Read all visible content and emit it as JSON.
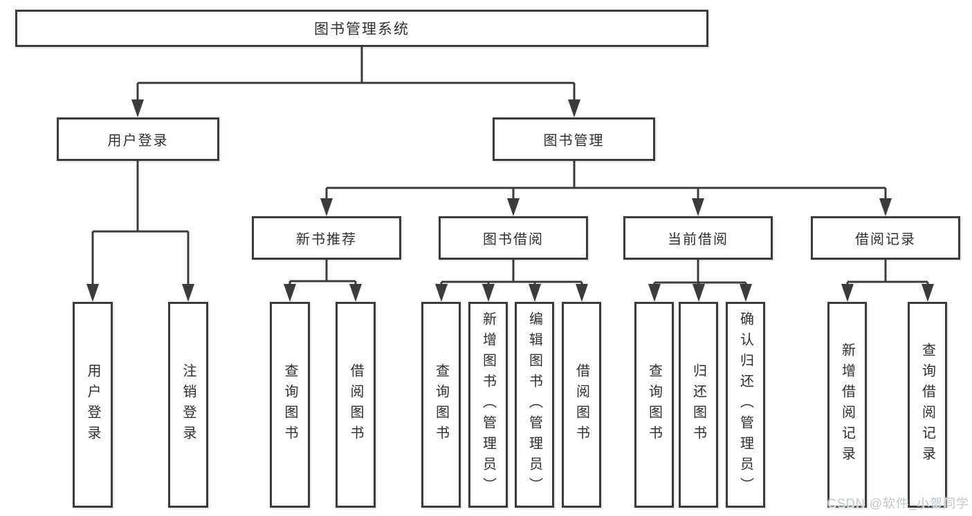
{
  "colors": {
    "line": "#3b3b3b",
    "text": "#2f2f2f",
    "box_background": "#ffffff",
    "watermark": "#bfc7cd"
  },
  "watermark": {
    "text": "CSDN @软件_小贺同学"
  },
  "diagram": {
    "root": {
      "label": "图书管理系统"
    },
    "login_branch": {
      "label": "用户登录",
      "children": [
        {
          "label": "用户登录"
        },
        {
          "label": "注销登录"
        }
      ]
    },
    "mgmt_branch": {
      "label": "图书管理",
      "sections": [
        {
          "label": "新书推荐",
          "children": [
            {
              "label": "查询图书"
            },
            {
              "label": "借阅图书"
            }
          ]
        },
        {
          "label": "图书借阅",
          "children": [
            {
              "label": "查询图书"
            },
            {
              "label": "新增图书（管理员）"
            },
            {
              "label": "编辑图书（管理员）"
            },
            {
              "label": "借阅图书"
            }
          ]
        },
        {
          "label": "当前借阅",
          "children": [
            {
              "label": "查询图书"
            },
            {
              "label": "归还图书"
            },
            {
              "label": "确认归还（管理员）"
            }
          ]
        },
        {
          "label": "借阅记录",
          "children": [
            {
              "label": "新增借阅记录"
            },
            {
              "label": "查询借阅记录"
            }
          ]
        }
      ]
    }
  }
}
